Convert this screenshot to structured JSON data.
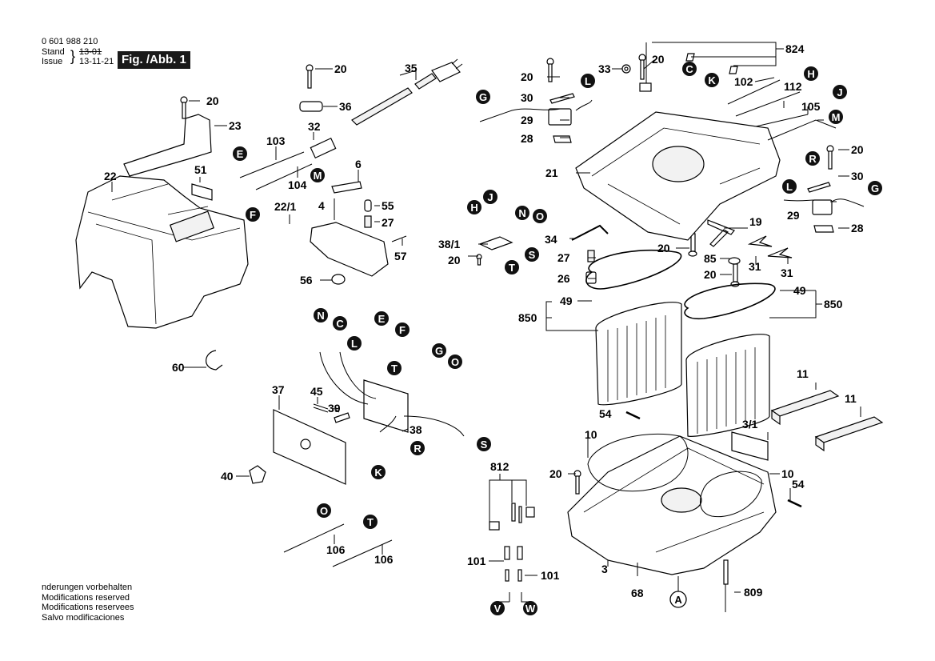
{
  "header": {
    "part_number": "0 601 988 210",
    "stand_label": "Stand",
    "issue_label": "Issue",
    "old_date_struck": "13-01",
    "issue_date": "13-11-21",
    "figure_label": "Fig. /Abb. 1"
  },
  "footer": {
    "lines": [
      "nderungen vorbehalten",
      "Modifications reserved",
      "Modifications reservees",
      "Salvo modificaciones"
    ]
  },
  "callouts": [
    {
      "id": "20",
      "text": "20"
    },
    {
      "id": "23",
      "text": "23"
    },
    {
      "id": "22",
      "text": "22"
    },
    {
      "id": "51",
      "text": "51"
    },
    {
      "id": "35",
      "text": "35"
    },
    {
      "id": "36",
      "text": "36"
    },
    {
      "id": "32",
      "text": "32"
    },
    {
      "id": "103",
      "text": "103"
    },
    {
      "id": "104",
      "text": "104"
    },
    {
      "id": "6",
      "text": "6"
    },
    {
      "id": "22/1",
      "text": "22/1"
    },
    {
      "id": "4",
      "text": "4"
    },
    {
      "id": "55",
      "text": "55"
    },
    {
      "id": "27",
      "text": "27"
    },
    {
      "id": "57",
      "text": "57"
    },
    {
      "id": "56",
      "text": "56"
    },
    {
      "id": "60",
      "text": "60"
    },
    {
      "id": "37",
      "text": "37"
    },
    {
      "id": "45",
      "text": "45"
    },
    {
      "id": "39",
      "text": "39"
    },
    {
      "id": "40",
      "text": "40"
    },
    {
      "id": "38",
      "text": "38"
    },
    {
      "id": "106",
      "text": "106"
    },
    {
      "id": "33",
      "text": "33"
    },
    {
      "id": "30",
      "text": "30"
    },
    {
      "id": "29",
      "text": "29"
    },
    {
      "id": "28",
      "text": "28"
    },
    {
      "id": "21",
      "text": "21"
    },
    {
      "id": "824",
      "text": "824"
    },
    {
      "id": "102",
      "text": "102"
    },
    {
      "id": "112",
      "text": "112"
    },
    {
      "id": "105",
      "text": "105"
    },
    {
      "id": "38/1",
      "text": "38/1"
    },
    {
      "id": "34",
      "text": "34"
    },
    {
      "id": "26",
      "text": "26"
    },
    {
      "id": "19",
      "text": "19"
    },
    {
      "id": "85",
      "text": "85"
    },
    {
      "id": "31",
      "text": "31"
    },
    {
      "id": "49",
      "text": "49"
    },
    {
      "id": "850",
      "text": "850"
    },
    {
      "id": "11",
      "text": "11"
    },
    {
      "id": "54",
      "text": "54"
    },
    {
      "id": "3/1",
      "text": "3/1"
    },
    {
      "id": "10",
      "text": "10"
    },
    {
      "id": "812",
      "text": "812"
    },
    {
      "id": "101",
      "text": "101"
    },
    {
      "id": "3",
      "text": "3"
    },
    {
      "id": "68",
      "text": "68"
    },
    {
      "id": "809",
      "text": "809"
    }
  ],
  "connectors": [
    "A",
    "C",
    "E",
    "F",
    "G",
    "H",
    "J",
    "K",
    "L",
    "M",
    "N",
    "O",
    "R",
    "S",
    "T",
    "V",
    "W"
  ]
}
